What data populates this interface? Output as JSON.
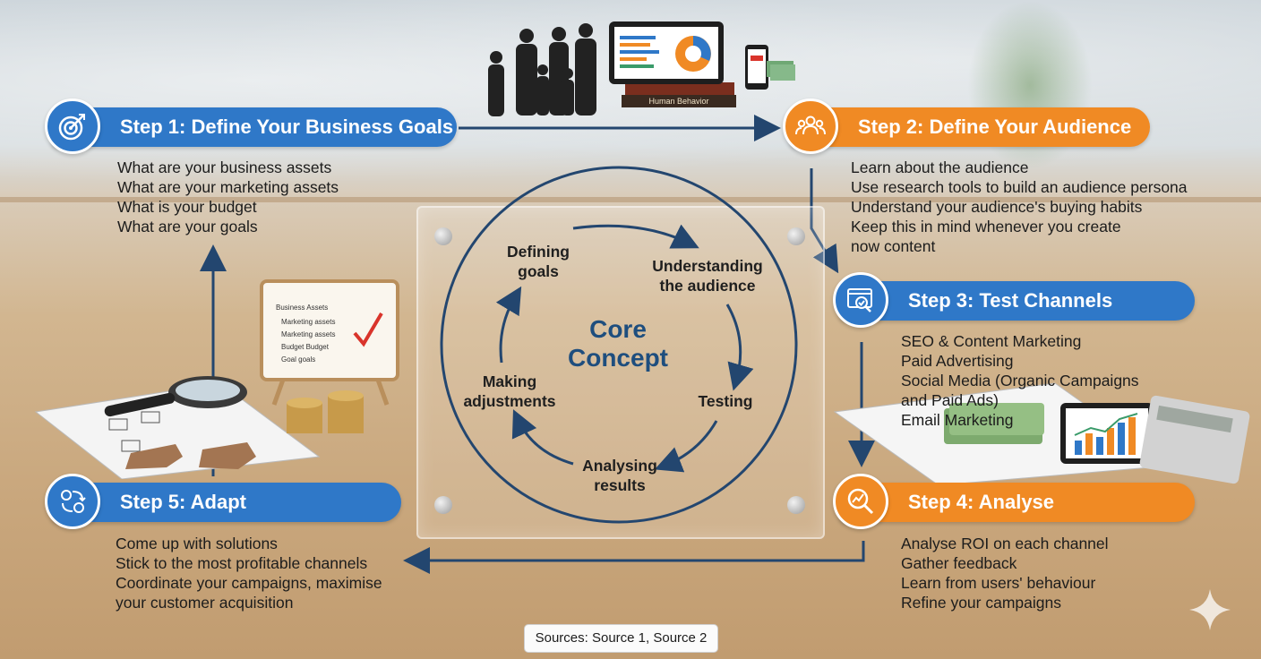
{
  "step1": {
    "title": "Step 1: Define Your Business Goals",
    "items": [
      "What are your business assets",
      "What are your marketing assets",
      "What is your budget",
      "What are your goals"
    ]
  },
  "step2": {
    "title": "Step 2: Define Your Audience",
    "items": [
      "Learn about the audience",
      "Use research tools to build an audience persona",
      "Understand your audience's buying habits",
      "Keep this in mind whenever you create",
      "now content"
    ]
  },
  "step3": {
    "title": "Step 3: Test Channels",
    "items": [
      "SEO & Content Marketing",
      "Paid Advertising",
      "Social Media (Organic Campaigns",
      "and Paid Ads)",
      "Email Marketing"
    ]
  },
  "step4": {
    "title": "Step 4: Analyse",
    "items": [
      "Analyse ROI on each channel",
      "Gather feedback",
      "Learn from users' behaviour",
      "Refine your campaigns"
    ]
  },
  "step5": {
    "title": "Step 5: Adapt",
    "items": [
      "Come up with solutions",
      "Stick to the most profitable channels",
      "Coordinate your campaigns, maximise",
      "your customer acquisition"
    ]
  },
  "cycle": {
    "core_line1": "Core",
    "core_line2": "Concept",
    "defining_1": "Defining",
    "defining_2": "goals",
    "understanding_1": "Understanding",
    "understanding_2": "the audience",
    "testing": "Testing",
    "analysing_1": "Analysing",
    "analysing_2": "results",
    "making_1": "Making",
    "making_2": "adjustments"
  },
  "props": {
    "book_label": "Human Behavior",
    "whiteboard": [
      "Business Assets",
      "Marketing assets",
      "Marketing assets",
      "Budget Budget",
      "Goal goals"
    ]
  },
  "sources": "Sources: Source 1, Source 2",
  "colors": {
    "blue": "#2f78c8",
    "orange": "#f08a24",
    "navy": "#1e4e7e"
  }
}
